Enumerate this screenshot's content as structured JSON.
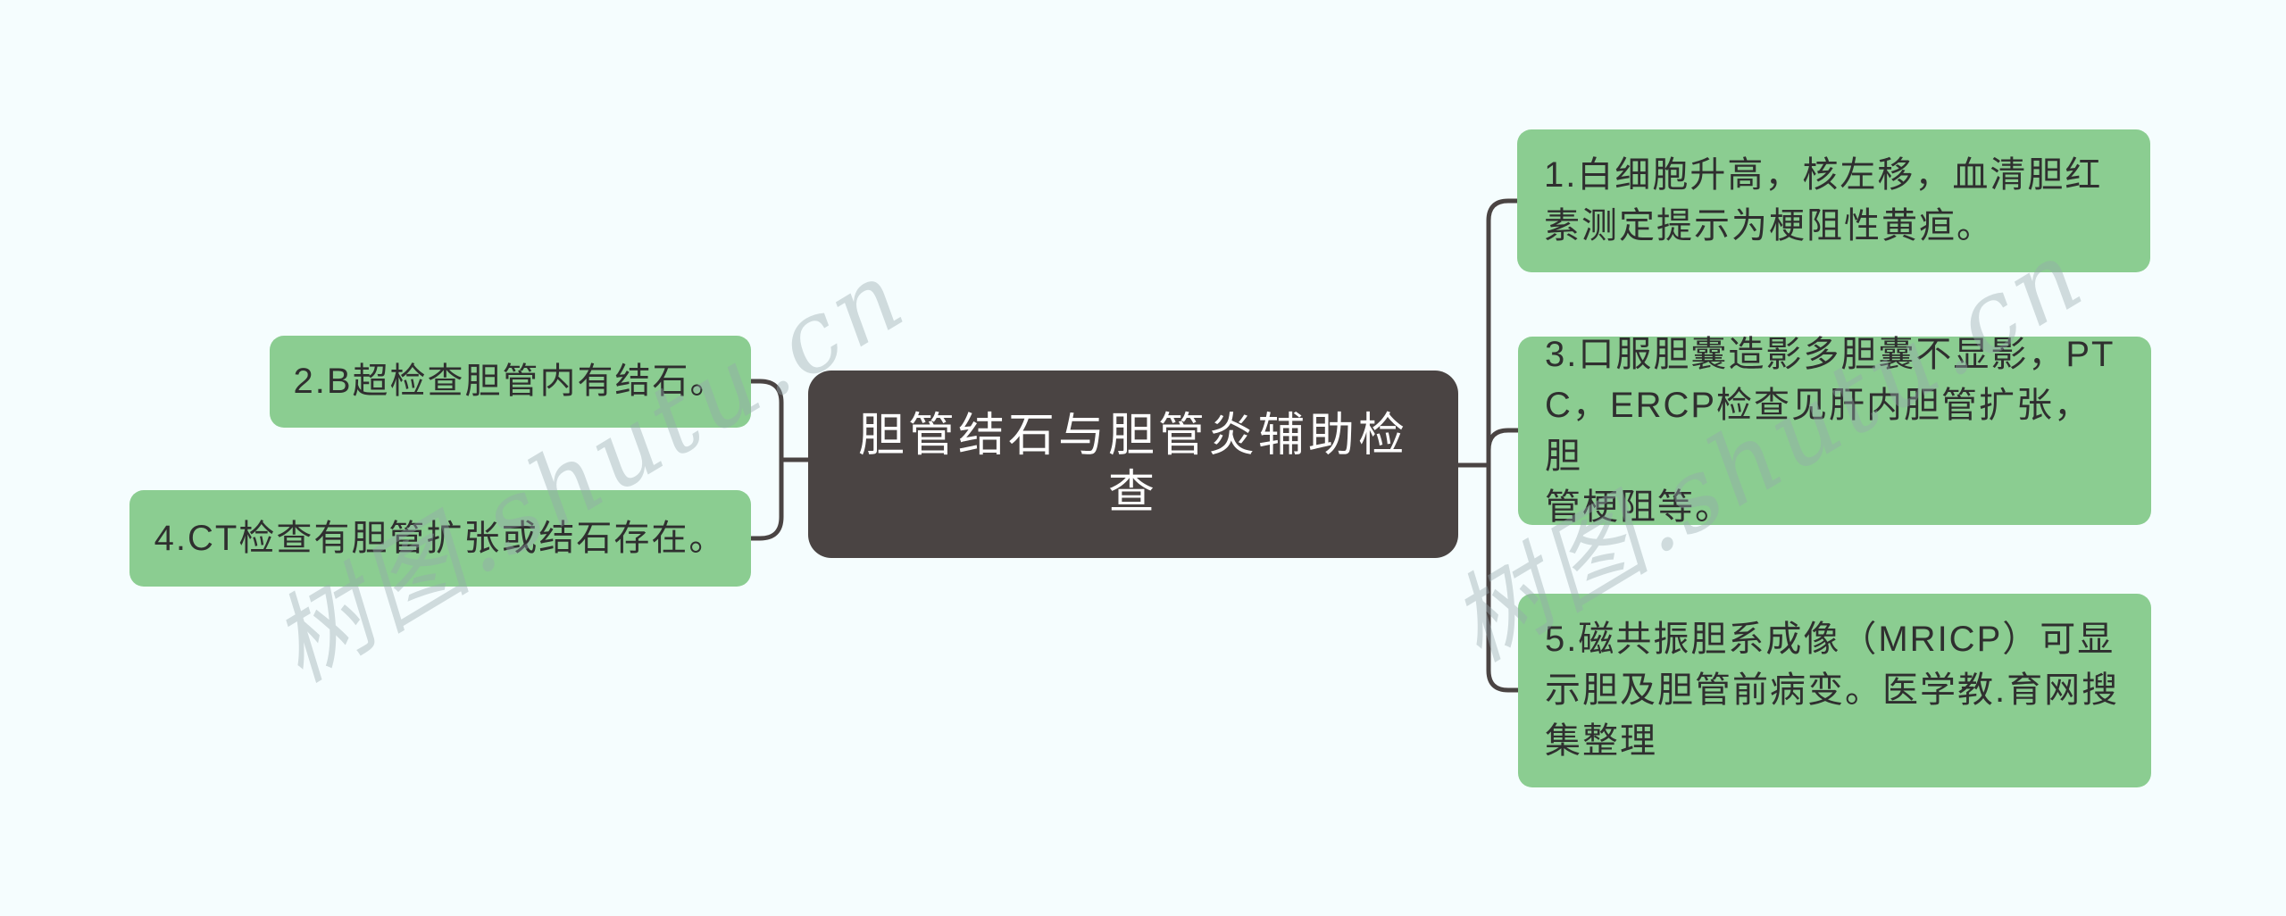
{
  "watermark": {
    "text": "树图.shutu.cn"
  },
  "colors": {
    "background": "#f5fdfe",
    "branch_fill": "#8bcd91",
    "branch_text": "#2f2f2f",
    "root_fill": "#4a4443",
    "root_text": "#ffffff",
    "connector": "#4a4443",
    "watermark": "#c6d2d6"
  },
  "mindmap": {
    "root": {
      "text": "胆管结石与胆管炎辅助检查",
      "lines": [
        "胆管结石与胆管炎辅助检",
        "查"
      ]
    },
    "left_branches": [
      {
        "text": "2.B超检查胆管内有结石。",
        "lines": [
          "2.B超检查胆管内有结石。"
        ]
      },
      {
        "text": "4.CT检查有胆管扩张或结石存在。",
        "lines": [
          "4.CT检查有胆管扩张或结石存在。"
        ]
      }
    ],
    "right_branches": [
      {
        "text": "1.白细胞升高，核左移，血清胆红素测定提示为梗阻性黄疸。",
        "lines": [
          "1.白细胞升高，核左移，血清胆红",
          "素测定提示为梗阻性黄疸。"
        ]
      },
      {
        "text": "3.口服胆囊造影多胆囊不显影，PTC，ERCP检查见肝内胆管扩张，胆管梗阻等。",
        "lines": [
          "3.口服胆囊造影多胆囊不显影，PT",
          "C，ERCP检查见肝内胆管扩张，胆",
          "管梗阻等。"
        ]
      },
      {
        "text": "5.磁共振胆系成像（MRICP）可显示胆及胆管前病变。医学教.育网搜集整理",
        "lines": [
          "5.磁共振胆系成像（MRICP）可显",
          "示胆及胆管前病变。医学教.育网搜",
          "集整理"
        ]
      }
    ]
  }
}
